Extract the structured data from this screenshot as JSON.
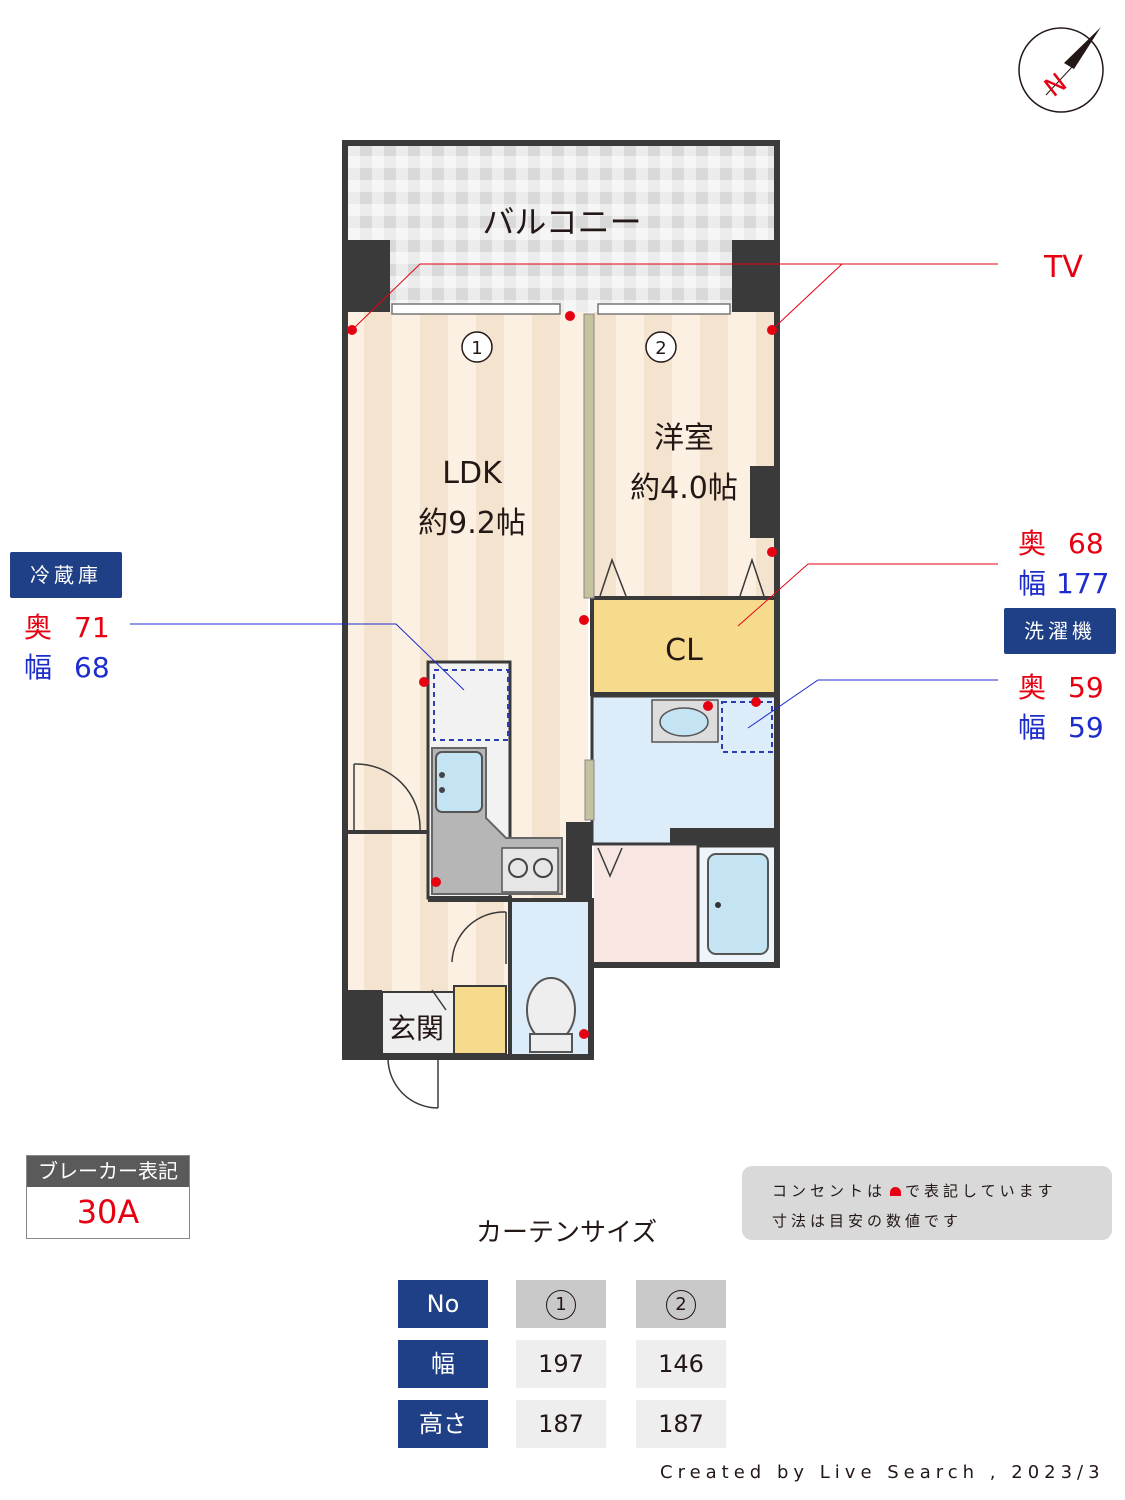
{
  "compass": {
    "label": "N"
  },
  "rooms": {
    "balcony": "バルコニー",
    "ldk_name": "LDK",
    "ldk_size": "約9.2帖",
    "western_name": "洋室",
    "western_size": "約4.0帖",
    "closet": "CL",
    "entrance": "玄関"
  },
  "window_markers": [
    "1",
    "2"
  ],
  "tv_label": "TV",
  "fridge": {
    "title": "冷蔵庫",
    "depth_label": "奥",
    "depth": "71",
    "width_label": "幅",
    "width": "68"
  },
  "closet_dims": {
    "depth_label": "奥",
    "depth": "68",
    "width_label": "幅",
    "width": "177"
  },
  "washer": {
    "title": "洗濯機",
    "depth_label": "奥",
    "depth": "59",
    "width_label": "幅",
    "width": "59"
  },
  "breaker": {
    "title": "ブレーカー表記",
    "value": "30A"
  },
  "note": {
    "line1_a": "コンセントは",
    "line1_b": "で表記しています",
    "line2": "寸法は目安の数値です"
  },
  "curtain": {
    "title": "カーテンサイズ",
    "header": {
      "label": "No",
      "cols": [
        "1",
        "2"
      ]
    },
    "rows": [
      {
        "label": "幅",
        "values": [
          "197",
          "146"
        ]
      },
      {
        "label": "高さ",
        "values": [
          "187",
          "187"
        ]
      }
    ]
  },
  "credit": "Created by Live Search , 2023/3",
  "colors": {
    "outlet": "#e60012",
    "navy": "#1f3f86",
    "depth": "#e60012",
    "width": "#1d2ccc"
  }
}
